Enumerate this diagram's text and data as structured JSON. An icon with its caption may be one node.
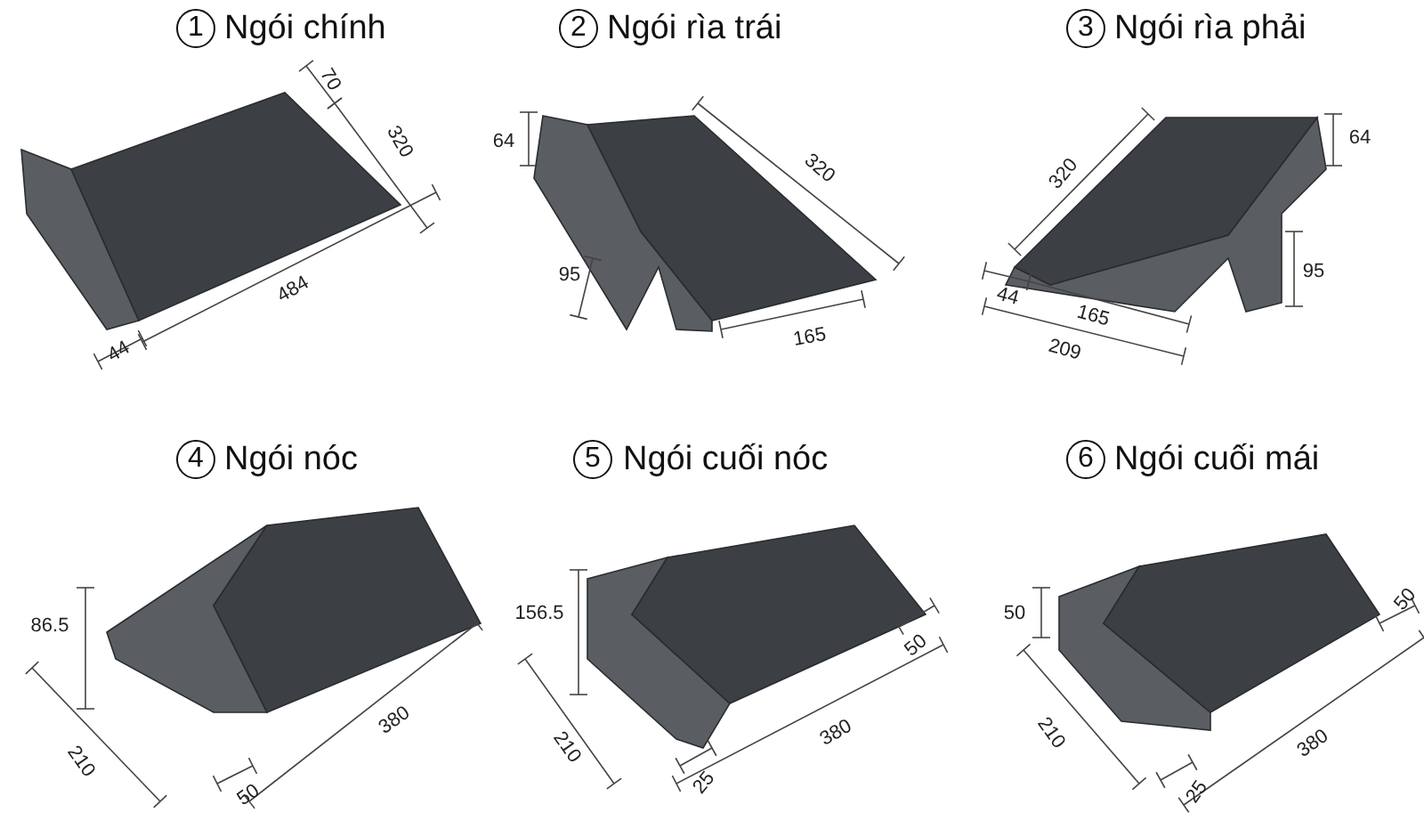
{
  "diagram": {
    "labels": [
      "1",
      "Ngói chính",
      "70",
      "320",
      "484",
      "44",
      "2",
      "Ngói rìa trái",
      "64",
      "320",
      "95",
      "165",
      "3",
      "Ngói rìa phải",
      "320",
      "64",
      "95",
      "44",
      "165",
      "209",
      "4",
      "Ngói nóc",
      "86.5",
      "210",
      "380",
      "50",
      "5",
      "Ngói cuối nóc",
      "156.5",
      "50",
      "210",
      "380",
      "25",
      "6",
      "Ngói cuối mái",
      "50",
      "50",
      "210",
      "380",
      "25"
    ]
  }
}
